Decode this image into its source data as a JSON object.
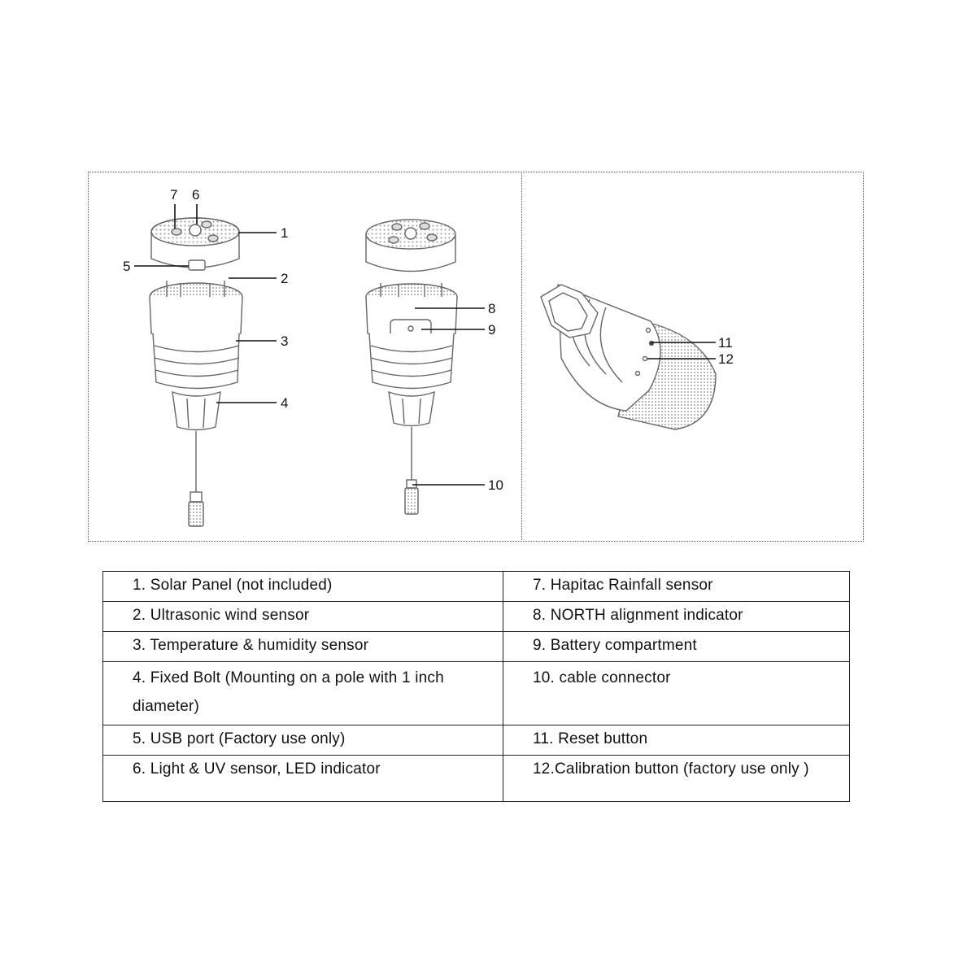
{
  "callouts": [
    "1",
    "2",
    "3",
    "4",
    "5",
    "6",
    "7",
    "8",
    "9",
    "10",
    "11",
    "12"
  ],
  "parts": [
    {
      "left": "1. Solar Panel (not included)",
      "right": "7. Hapitac Rainfall sensor"
    },
    {
      "left": "2. Ultrasonic wind sensor",
      "right": "8. NORTH alignment indicator"
    },
    {
      "left": "3. Temperature & humidity sensor",
      "right": "9. Battery compartment"
    },
    {
      "left": "4. Fixed Bolt (Mounting on a pole with 1 inch diameter)",
      "right": "10. cable connector"
    },
    {
      "left": "5. USB port (Factory use only)",
      "right": "11. Reset button"
    },
    {
      "left": "6. Light & UV sensor, LED indicator",
      "right": "12.Calibration button (factory use only )"
    }
  ]
}
